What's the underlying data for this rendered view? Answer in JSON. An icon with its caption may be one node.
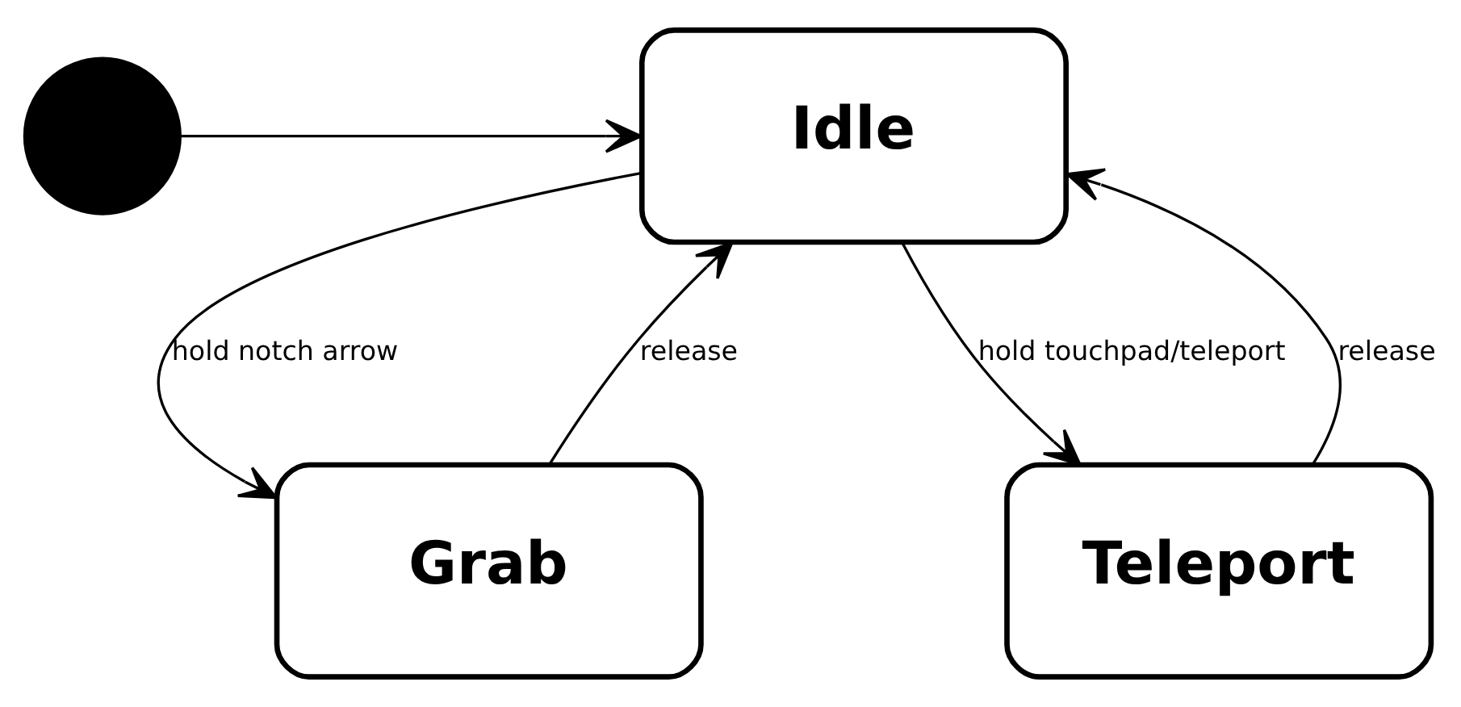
{
  "diagram": {
    "nodes": [
      {
        "text": [],
        "shape": "circle"
      },
      {
        "text": [
          "Idle"
        ]
      },
      {
        "text": [
          "Grab"
        ]
      },
      {
        "text": [
          "Teleport"
        ]
      }
    ],
    "edges": [
      {
        "from": 0,
        "to": 1,
        "arrow": "to"
      },
      {
        "from": 1,
        "to": 2,
        "label": "hold notch arrow",
        "arrow": "to"
      },
      {
        "from": 2,
        "to": 1,
        "label": "release",
        "arrow": "to"
      },
      {
        "from": 1,
        "to": 3,
        "label": "hold touchpad/teleport",
        "arrow": "to"
      },
      {
        "from": 3,
        "to": 1,
        "label": "release",
        "arrow": "to"
      }
    ]
  }
}
